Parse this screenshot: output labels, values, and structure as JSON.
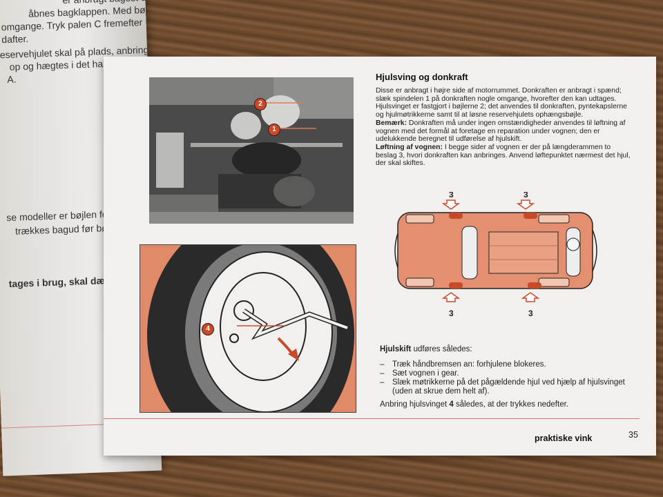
{
  "left_page": {
    "lines": [
      "er anbragt bagest under",
      "åbnes bagklappen. Med bøj",
      "omgange. Tryk palen C fremefter",
      "dafter.",
      "reservehjulet skal på plads, anbringes",
      "op og hægtes i det hak, der passer bedst",
      "A.",
      "se modeller er bøjlen forsynet med",
      "trækkes bagud før bøjlen kan",
      "tages i brug, skal dæktrykket"
    ]
  },
  "right_page": {
    "title": "Hjulsving og donkraft",
    "paragraphs": [
      {
        "bold": "",
        "text": "Disse er anbragt i højre side af motorrummet. Donkraften er anbragt i spænd; slæk spindelen 1 på donkraften nogle omgange, hvorefter den kan udtages."
      },
      {
        "bold": "",
        "text": "Hjulsvinget er fastgjort i bøjlerne 2; det anvendes til donkraften, pyntekapslerne og hjulmøtrikkerne samt til at løsne reservehjulets ophængsbøjle."
      },
      {
        "bold": "Bemærk:",
        "text": " Donkraften må under ingen omstændigheder anvendes til løftning af vognen med det formål at foretage en reparation under vognen; den er udelukkende beregnet til udførelse af hjulskift."
      },
      {
        "bold": "Løftning af vognen:",
        "text": " I begge sider af vognen er der på længderammen to beslag 3, hvori donkraften kan anbringes. Anvend løftepunktet nærmest det hjul, der skal skiftes."
      }
    ],
    "car_labels": [
      "3",
      "3",
      "3",
      "3"
    ],
    "photo_markers": [
      "2",
      "1"
    ],
    "illus_marker": "4",
    "wheel": {
      "heading_bold": "Hjulskift",
      "heading_rest": " udføres således:",
      "steps": [
        "Træk håndbremsen an: forhjulene blokeres.",
        "Sæt vognen i gear.",
        "Slæk møtrikkerne på det pågældende hjul ved hjælp af hjulsvinget (uden at skrue dem helt af)."
      ],
      "closing_pre": "Anbring hjulsvinget ",
      "closing_bold": "4",
      "closing_post": " således, at der trykkes nedefter."
    },
    "footer": "praktiske vink",
    "page_number": "35"
  },
  "colors": {
    "accent": "#e07a57",
    "rule": "#d37171",
    "wood": "#6b4a2f",
    "paper": "#f1f0ee"
  }
}
